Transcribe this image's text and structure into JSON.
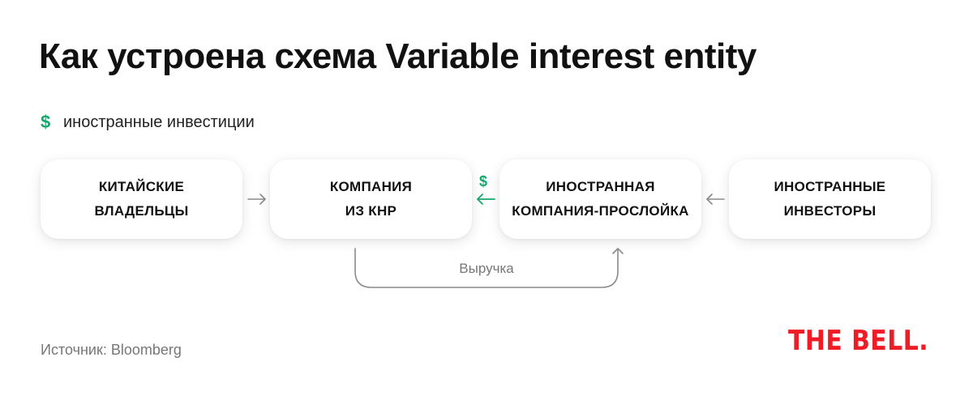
{
  "title": "Как устроена схема Variable interest entity",
  "legend": {
    "symbol": "$",
    "label": "иностранные инвестиции",
    "color": "#14a86b"
  },
  "nodes": [
    {
      "id": "chinese-owners",
      "label": "Китайские\nвладельцы"
    },
    {
      "id": "prc-company",
      "label": "Компания\nиз КНР"
    },
    {
      "id": "foreign-intermediary",
      "label": "Иностранная\nкомпания-прослойка"
    },
    {
      "id": "foreign-investors",
      "label": "Иностранные\nинвесторы"
    }
  ],
  "edges": [
    {
      "from": "chinese-owners",
      "to": "prc-company",
      "color": "#8a8a8a"
    },
    {
      "from": "foreign-intermediary",
      "to": "prc-company",
      "color": "#14a86b",
      "marker": "$"
    },
    {
      "from": "foreign-investors",
      "to": "foreign-intermediary",
      "color": "#8a8a8a"
    },
    {
      "from": "prc-company",
      "to": "foreign-intermediary",
      "label": "Выручка",
      "color": "#8a8a8a"
    }
  ],
  "investment_marker": "$",
  "revenue_label": "Выручка",
  "source": "Источник: Bloomberg",
  "logo": "THE BELL.",
  "colors": {
    "accent_green": "#14a86b",
    "logo_red": "#ef1c25",
    "arrow_gray": "#8a8a8a"
  }
}
